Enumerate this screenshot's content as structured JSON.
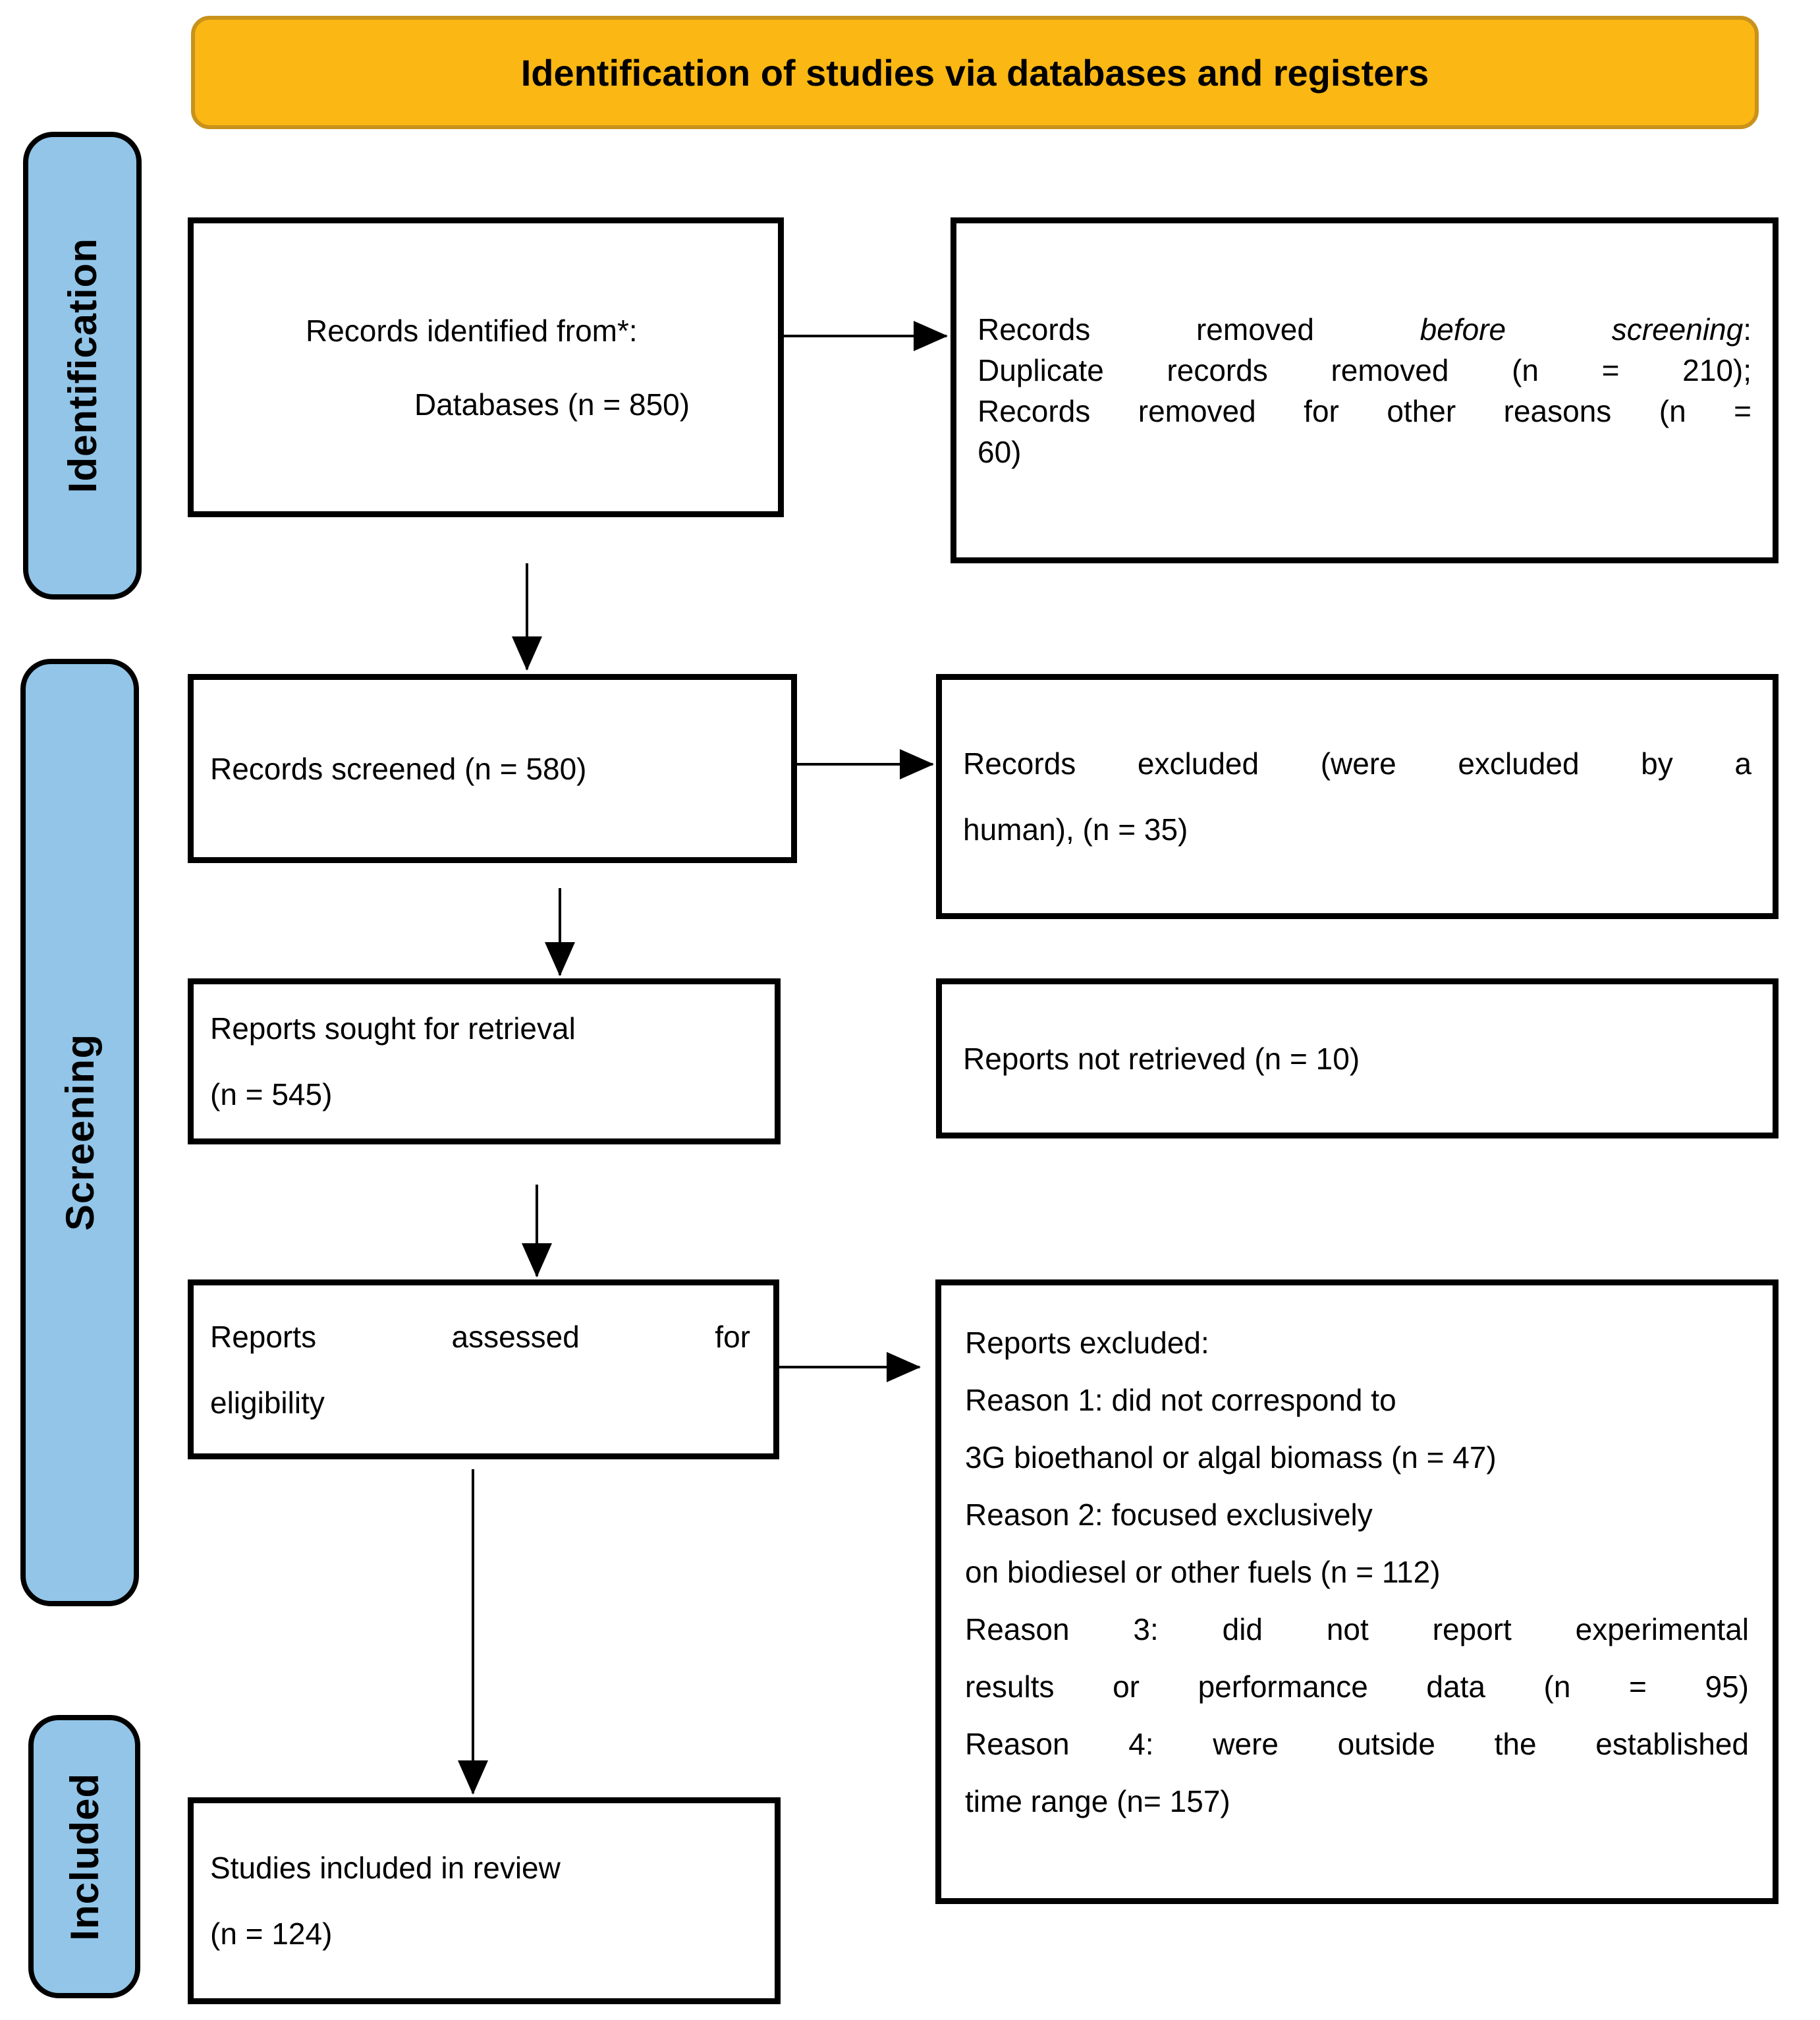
{
  "banner": {
    "label": "Identification of studies via databases and registers"
  },
  "stage_labels": [
    "Identification",
    "Screening",
    "Included"
  ],
  "colors": {
    "banner_fill": "#fbb713",
    "banner_border": "#c9921b",
    "stage_fill": "#92c5e8",
    "stage_border": "#000000",
    "box_border": "#000000",
    "arrow": "#000000",
    "text": "#000000"
  },
  "flow": {
    "records_identified": {
      "lines": [
        {
          "parts": [
            {
              "text": "Records identified from*:"
            }
          ]
        },
        {
          "parts": [
            {
              "text": "Databases (n = 850)"
            }
          ],
          "indent": true
        }
      ]
    },
    "records_removed": {
      "lines": [
        {
          "parts": [
            {
              "text": "Records removed "
            },
            {
              "text": "before screening",
              "italic": true
            },
            {
              "text": ":"
            }
          ],
          "justify": true
        },
        {
          "parts": [
            {
              "text": "Duplicate records removed (n = 210);"
            }
          ],
          "justify": true
        },
        {
          "parts": [
            {
              "text": "Records removed for other reasons (n ="
            }
          ],
          "justify": true
        },
        {
          "parts": [
            {
              "text": "60)"
            }
          ]
        }
      ]
    },
    "records_screened": {
      "lines": [
        {
          "parts": [
            {
              "text": "Records screened (n = 580)"
            }
          ]
        }
      ]
    },
    "records_excluded": {
      "lines": [
        {
          "parts": [
            {
              "text": "Records excluded (were excluded by a"
            }
          ],
          "justify": true
        },
        {
          "parts": [
            {
              "text": "human), (n = 35)"
            }
          ]
        }
      ]
    },
    "reports_sought": {
      "lines": [
        {
          "parts": [
            {
              "text": "Reports sought for retrieval"
            }
          ]
        },
        {
          "parts": [
            {
              "text": "(n = 545)"
            }
          ]
        }
      ]
    },
    "reports_not_retrieved": {
      "lines": [
        {
          "parts": [
            {
              "text": "Reports not retrieved (n = 10)"
            }
          ]
        }
      ]
    },
    "reports_assessed": {
      "lines": [
        {
          "parts": [
            {
              "text": "Reports assessed for"
            }
          ],
          "justify": true
        },
        {
          "parts": [
            {
              "text": "eligibility"
            }
          ]
        }
      ]
    },
    "reports_excluded": {
      "lines": [
        {
          "parts": [
            {
              "text": "Reports excluded:"
            }
          ]
        },
        {
          "parts": [
            {
              "text": "Reason 1: did not correspond to"
            }
          ]
        },
        {
          "parts": [
            {
              "text": "3G bioethanol or algal biomass (n = 47)"
            }
          ]
        },
        {
          "parts": [
            {
              "text": "Reason 2: focused exclusively"
            }
          ]
        },
        {
          "parts": [
            {
              "text": "on biodiesel or other fuels (n = 112)"
            }
          ]
        },
        {
          "parts": [
            {
              "text": "Reason 3: did not report experimental"
            }
          ],
          "justify": true
        },
        {
          "parts": [
            {
              "text": "results or performance data (n = 95)"
            }
          ],
          "justify": true
        },
        {
          "parts": [
            {
              "text": "Reason 4: were outside the established"
            }
          ],
          "justify": true
        },
        {
          "parts": [
            {
              "text": "time range (n= 157)"
            }
          ]
        }
      ]
    },
    "studies_included": {
      "lines": [
        {
          "parts": [
            {
              "text": "Studies included in review"
            }
          ]
        },
        {
          "parts": [
            {
              "text": "(n = 124)"
            }
          ]
        }
      ]
    }
  }
}
